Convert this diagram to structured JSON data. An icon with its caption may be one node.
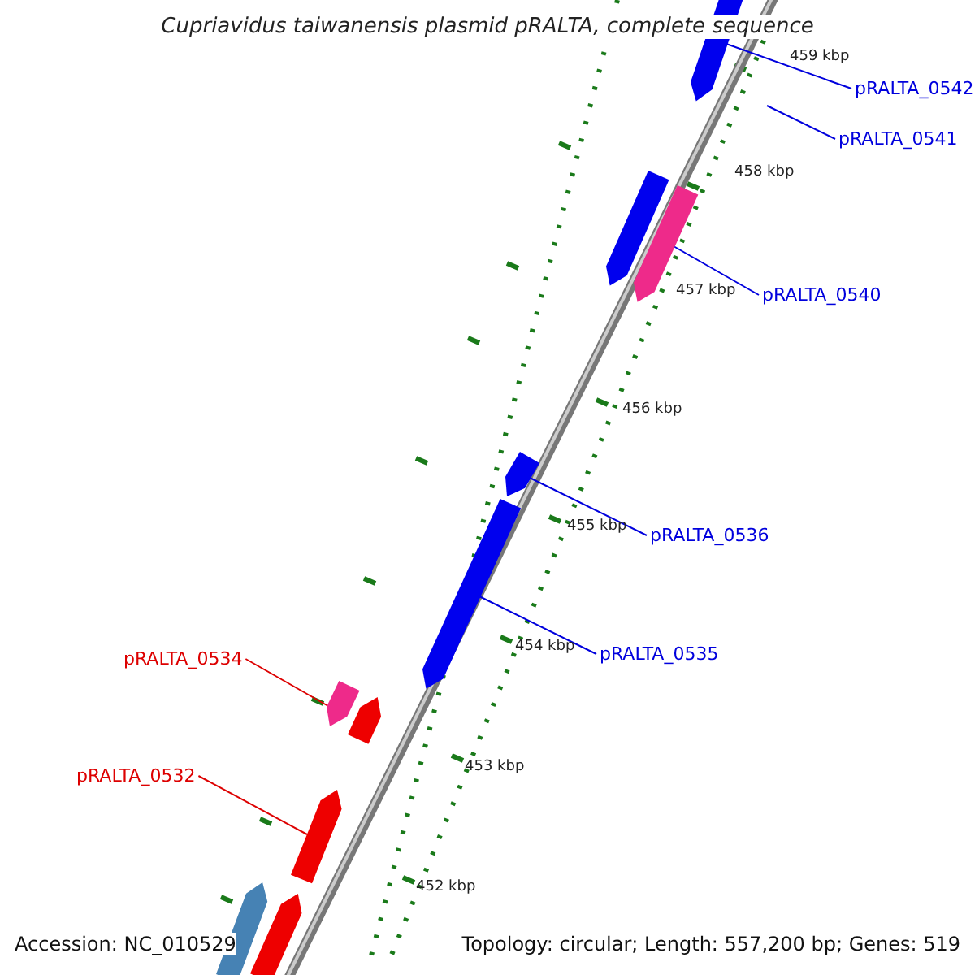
{
  "diagram": {
    "title": "Cupriavidus taiwanensis plasmid pRALTA, complete sequence",
    "nodes": [
      {
        "text": [],
        "shape": "bar"
      },
      {
        "text": [
          "pRALTA_0542"
        ]
      },
      {
        "text": [
          "pRALTA_0541"
        ]
      },
      {
        "text": [],
        "shape": "bar"
      },
      {
        "text": [],
        "shape": "bar"
      },
      {
        "text": [
          "pRALTA_0540"
        ]
      },
      {
        "text": [],
        "shape": "bar"
      },
      {
        "text": [
          "pRALTA_0536"
        ]
      },
      {
        "text": [],
        "shape": "bar"
      },
      {
        "text": [
          "pRALTA_0535"
        ]
      },
      {
        "text": [
          "pRALTA_0534"
        ]
      },
      {
        "text": [],
        "shape": "bar"
      },
      {
        "text": [],
        "shape": "bar"
      },
      {
        "text": [
          "pRALTA_0532"
        ]
      },
      {
        "text": [],
        "shape": "bar"
      },
      {
        "text": [],
        "shape": "bar"
      },
      {
        "text": [],
        "shape": "bar"
      }
    ],
    "edges": [
      {
        "from": 1,
        "to": 0,
        "arrow": "none"
      },
      {
        "from": 2,
        "to": null,
        "arrow": "none"
      },
      {
        "from": 5,
        "to": 4,
        "arrow": "none"
      },
      {
        "from": 7,
        "to": 6,
        "arrow": "none"
      },
      {
        "from": 9,
        "to": 8,
        "arrow": "none"
      },
      {
        "from": 10,
        "to": 11,
        "arrow": "none",
        "color": "#dd0000"
      },
      {
        "from": 13,
        "to": 14,
        "arrow": "none",
        "color": "#dd0000"
      }
    ],
    "labels": [
      "459 kbp",
      "458 kbp",
      "457 kbp",
      "456 kbp",
      "455 kbp",
      "454 kbp",
      "453 kbp",
      "452 kbp",
      "Accession: NC_010529",
      "Topology: circular; Length: 557,200 bp; Genes: 519"
    ]
  }
}
